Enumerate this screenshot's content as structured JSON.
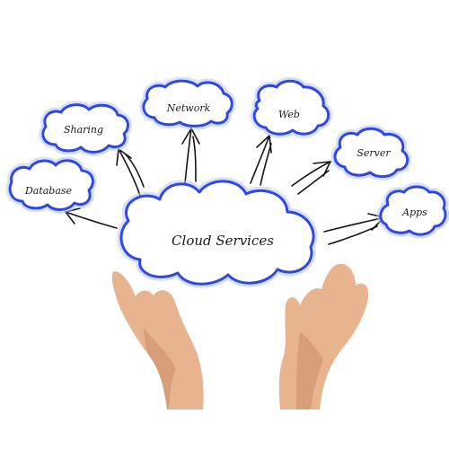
{
  "diagram": {
    "center": "Cloud Services",
    "nodes": [
      {
        "label": "Database"
      },
      {
        "label": "Sharing"
      },
      {
        "label": "Network"
      },
      {
        "label": "Web"
      },
      {
        "label": "Server"
      },
      {
        "label": "Apps"
      }
    ]
  },
  "colors": {
    "cloud_outline": "#2f47e6",
    "cloud_glow": "#b7c4ff",
    "skin": "#e8b38f"
  }
}
